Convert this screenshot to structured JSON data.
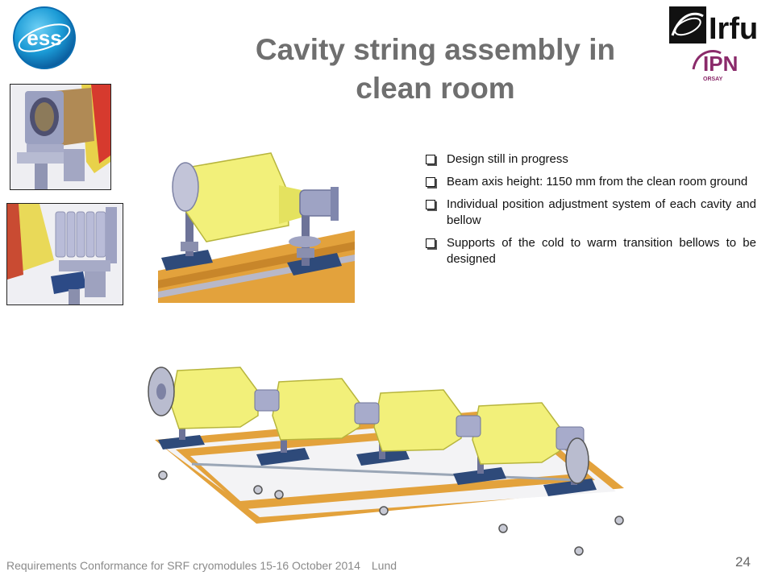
{
  "slide": {
    "title_line1": "Cavity string assembly in",
    "title_line2": "clean room",
    "logos": {
      "ess": "ess",
      "irfu": "Irfu",
      "ipn": "IPN",
      "ipn_sub": "ORSAY"
    },
    "bullets": [
      "Design still in progress",
      "Beam  axis height: 1150 mm from the clean room ground",
      "Individual position adjustment system of each cavity and bellow",
      "Supports of the cold to warm transition bellows to be designed"
    ],
    "footer": {
      "text": "Requirements Conformance for SRF cryomodules 15-16 October 2014",
      "location": "Lund",
      "page_number": "24"
    },
    "colors": {
      "title": "#6f6f6f",
      "cavity": "#f2f07a",
      "frame": "#e3a23c",
      "support": "#2e4a7a"
    }
  }
}
